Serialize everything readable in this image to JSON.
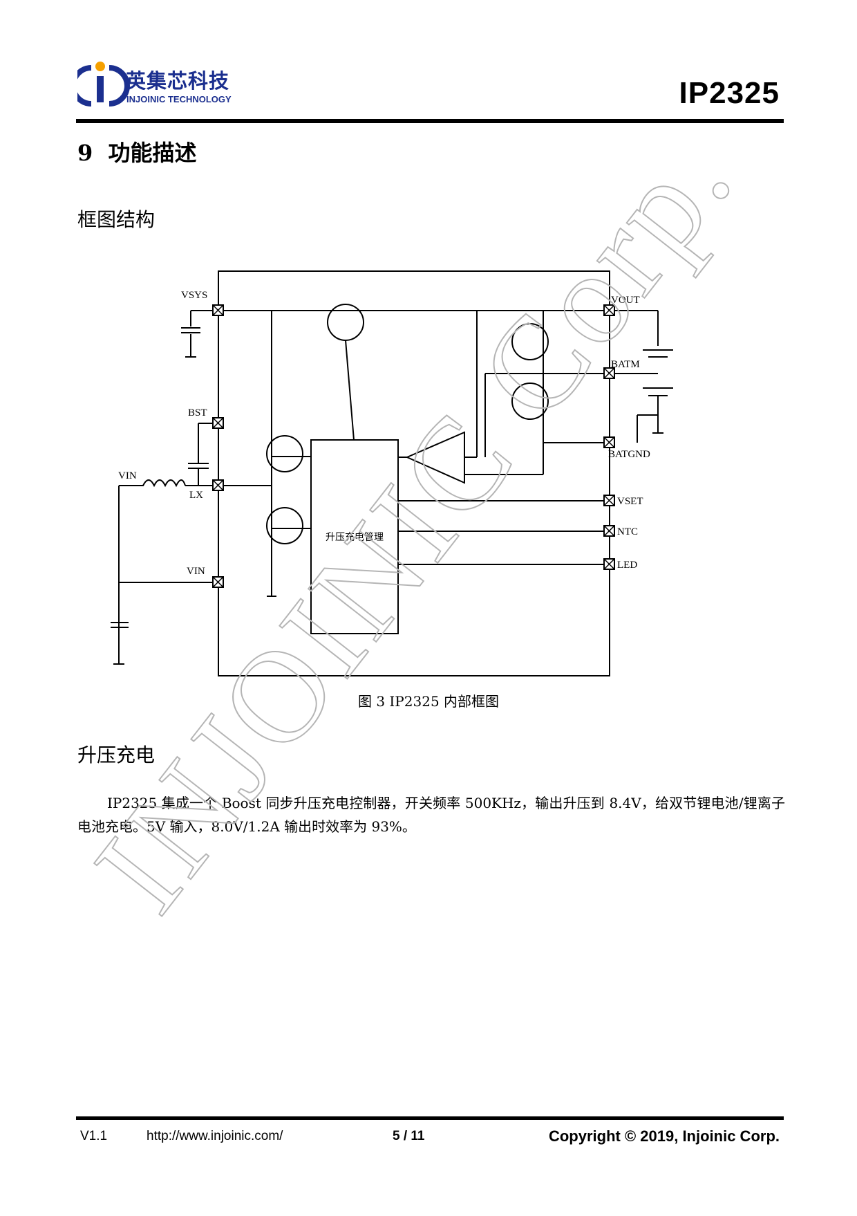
{
  "header": {
    "logo_cn": "英集芯科技",
    "logo_en": "INJOINIC TECHNOLOGY",
    "chip": "IP2325",
    "brand_blue": "#1b2f8f",
    "brand_orange": "#f5a000"
  },
  "section": {
    "number": "9",
    "title": "功能描述"
  },
  "block_diagram": {
    "heading": "框图结构",
    "center_label": "升压充电管理",
    "pins": {
      "vsys": "VSYS",
      "bst": "BST",
      "lx": "LX",
      "vin": "VIN",
      "vin_ext": "VIN",
      "vout": "VOUT",
      "batm": "BATM",
      "batgnd": "BATGND",
      "vset": "VSET",
      "ntc": "NTC",
      "led": "LED"
    },
    "caption": "图 3    IP2325 内部框图"
  },
  "boost": {
    "heading": "升压充电",
    "paragraph": "IP2325 集成一个 Boost 同步升压充电控制器，开关频率 500KHz，输出升压到 8.4V，给双节锂电池/锂离子电池充电。5V 输入，8.0V/1.2A 输出时效率为 93%。"
  },
  "watermark": {
    "text": "INJOINIC Corp."
  },
  "footer": {
    "version": "V1.1",
    "url": "http://www.injoinic.com/",
    "page": "5 / 11",
    "copyright": "Copyright © 2019, Injoinic Corp."
  }
}
